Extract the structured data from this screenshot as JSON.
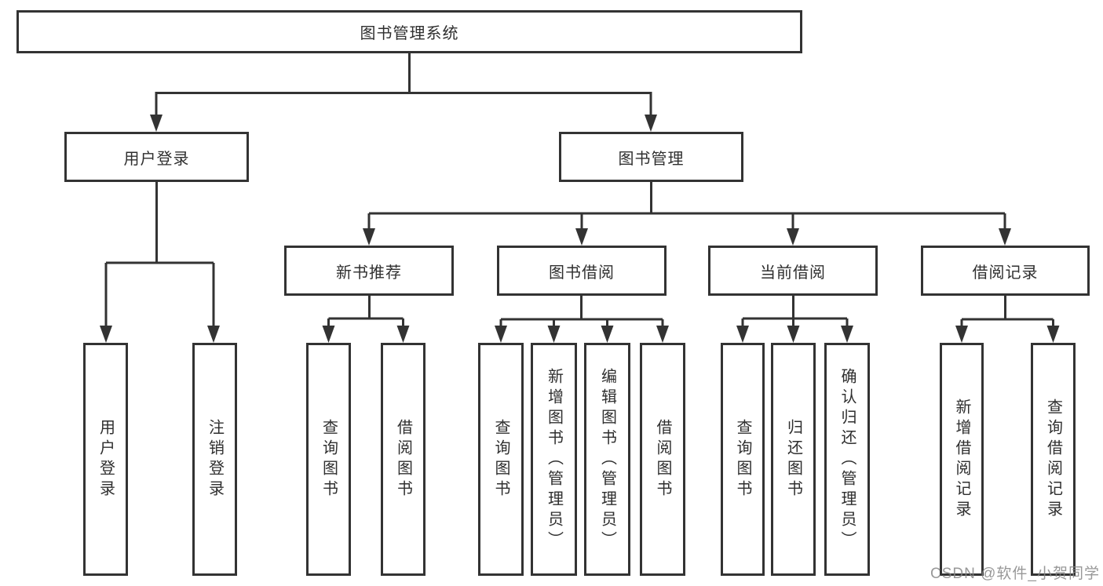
{
  "diagram": {
    "root": "图书管理系统",
    "user_login": {
      "label": "用户登录",
      "children": [
        "用户登录",
        "注销登录"
      ]
    },
    "book_management": {
      "label": "图书管理",
      "sections": {
        "new_book_recommend": {
          "label": "新书推荐",
          "children": [
            "查询图书",
            "借阅图书"
          ]
        },
        "book_borrowing": {
          "label": "图书借阅",
          "children": [
            "查询图书",
            "新增图书（管理员）",
            "编辑图书（管理员）",
            "借阅图书"
          ]
        },
        "current_borrowing": {
          "label": "当前借阅",
          "children": [
            "查询图书",
            "归还图书",
            "确认归还（管理员）"
          ]
        },
        "borrowing_records": {
          "label": "借阅记录",
          "children": [
            "新增借阅记录",
            "查询借阅记录"
          ]
        }
      }
    }
  },
  "colors": {
    "line": "#333333",
    "text": "#2f2f2f",
    "background": "#ffffff",
    "watermark": "#868686"
  },
  "watermark": "CSDN @软件_小贺同学"
}
